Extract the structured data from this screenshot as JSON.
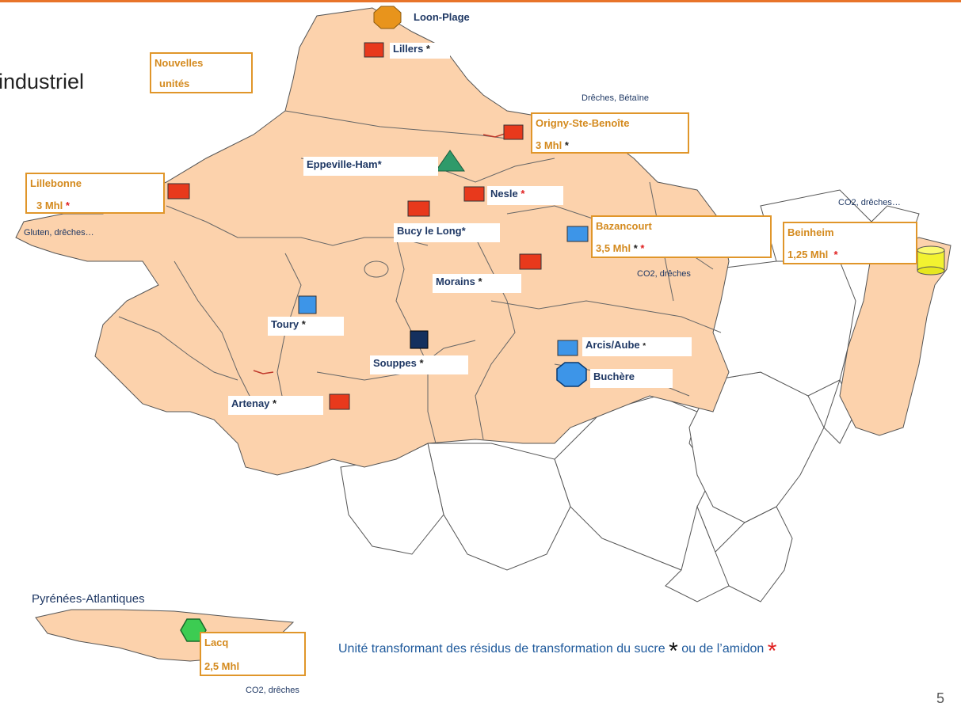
{
  "heading": "industriel",
  "legend_box": {
    "line1": "Nouvelles",
    "line2": "unités"
  },
  "sites": [
    {
      "id": "loon",
      "name": "Loon-Plage",
      "marker": "orange-octagon"
    },
    {
      "id": "lillers",
      "name": "Lillers",
      "sugar_star": "*",
      "marker": "red-square"
    },
    {
      "id": "origny",
      "name": "Origny-Ste-Benoîte",
      "capacity": "3 Mhl",
      "sugar_star": "*",
      "marker": "red-square",
      "new_unit": true
    },
    {
      "id": "eppeville",
      "name": "Eppeville-Ham*",
      "marker": "green-triangle"
    },
    {
      "id": "lillebonne",
      "name": "Lillebonne",
      "capacity": "3 Mhl",
      "starch_star": "*",
      "marker": "red-square",
      "new_unit": true
    },
    {
      "id": "nesle",
      "name": "Nesle",
      "starch_star": "*",
      "marker": "red-square"
    },
    {
      "id": "bucy",
      "name": "Bucy le Long*",
      "marker": "red-square"
    },
    {
      "id": "bazancourt",
      "name": "Bazancourt",
      "capacity": "3,5 Mhl",
      "sugar_star": "*",
      "starch_star": "*",
      "marker": "blue-square",
      "new_unit": true
    },
    {
      "id": "beinheim",
      "name": "Beinheim",
      "capacity": "1,25 Mhl",
      "starch_star": "*",
      "marker": "yellow-cylinder",
      "new_unit": true
    },
    {
      "id": "morains",
      "name": "Morains",
      "sugar_star": "*",
      "marker": "red-square"
    },
    {
      "id": "toury",
      "name": "Toury",
      "sugar_star": "*",
      "marker": "blue-square"
    },
    {
      "id": "souppes",
      "name": "Souppes",
      "sugar_star": "*",
      "marker": "navy-square"
    },
    {
      "id": "arcis",
      "name": "Arcis/Aube",
      "sugar_star": "*",
      "marker": "blue-square"
    },
    {
      "id": "buchere",
      "name": "Buchère",
      "marker": "blue-octagon"
    },
    {
      "id": "artenay",
      "name": "Artenay",
      "sugar_star": "*",
      "marker": "red-square"
    },
    {
      "id": "lacq",
      "name": "Lacq",
      "capacity": "2,5 Mhl",
      "marker": "green-hexagon",
      "new_unit": true
    }
  ],
  "notes": {
    "dreches_betaine": "Drêches, Bétaïne",
    "co2_dreches_east": "CO2, drêches…",
    "gluten_dreches": "Gluten, drêches…",
    "co2_dreches_bazancourt": "CO2, drêches",
    "co2_dreches_lacq": "CO2, drêches"
  },
  "pyrenees_label": "Pyrénées-Atlantiques",
  "legend": {
    "text_a": "Unité transformant des résidus de transformation du sucre",
    "star": "*",
    "text_b": "ou de l’amidon"
  },
  "page_number": "5",
  "colors": {
    "region_fill": "#fcd2ac",
    "region_border": "#555555",
    "box_border": "#e0962a",
    "box_text": "#d48a1e",
    "label_text": "#1f3864",
    "red_marker": "#e8391c",
    "blue_marker": "#3d95e8",
    "navy_marker": "#14305e",
    "green_marker": "#2f9a6a",
    "orange_marker": "#e8941c",
    "yellow_marker": "#f2f230",
    "starch_star": "#e02020",
    "legend_text": "#1f5a9c"
  }
}
